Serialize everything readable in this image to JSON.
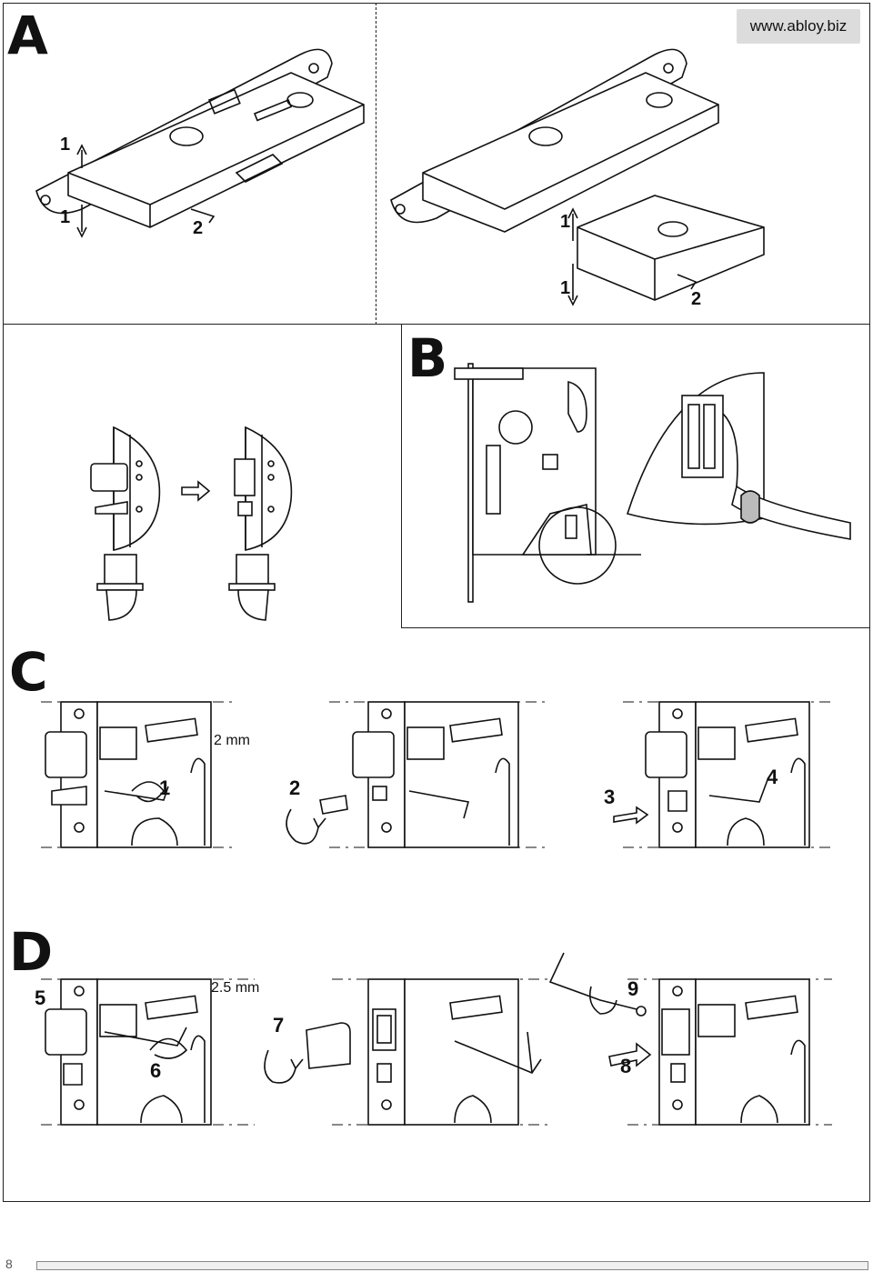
{
  "header": {
    "url": "www.abloy.biz"
  },
  "sections": {
    "a": {
      "letter": "A",
      "steps": [
        "1",
        "1",
        "2",
        "1",
        "1",
        "2"
      ]
    },
    "b": {
      "letter": "B"
    },
    "c": {
      "letter": "C",
      "dimension": "2 mm",
      "steps": [
        "1",
        "2",
        "3",
        "4"
      ]
    },
    "d": {
      "letter": "D",
      "dimension": "2.5 mm",
      "steps": [
        "5",
        "6",
        "7",
        "8",
        "9"
      ]
    }
  },
  "footer": {
    "page_number": "8"
  }
}
